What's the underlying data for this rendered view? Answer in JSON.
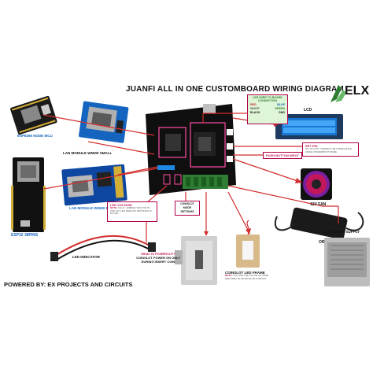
{
  "title": "JUANFI ALL IN ONE CUSTOMBOARD WIRING DIAGRAM",
  "logo": {
    "text": "ELX"
  },
  "left_modules": {
    "esp8266": "ESP8266 NODE MCU",
    "lan_small": "LAN MODULE W5500 SMALL",
    "lan_big": "LAN MODULE W5500 BIG",
    "esp32": "ESP32 38PINS"
  },
  "led_wire": {
    "title": "LED WIRE TO BOARD CONNECTION",
    "rows": [
      {
        "a": "RED",
        "b": "BLUE"
      },
      {
        "a": "WHITE",
        "b": "GREEN"
      },
      {
        "a": "BLACK",
        "b": "GND"
      }
    ]
  },
  "lcd": {
    "label": "LCD"
  },
  "set_pin": {
    "title": "SET PIN",
    "note": "NO: DO NOT CONNECT SET WIRE WHILE USING POWERBOOT MODE"
  },
  "push_button": {
    "label": "PUSH BUTTON INPUT"
  },
  "fan": {
    "label": "12V FAN"
  },
  "power_supply": {
    "label": "12V POWER SUPPLY",
    "or": "OR"
  },
  "led_voltage": {
    "title": "LED VOLTAGE",
    "note_prefix": "NOTE:",
    "note": "FULLY JUMPER THIS PIN TO USE 12V LED DEFAULT SETTINGS IS 5V LED"
  },
  "coinslot_mode": {
    "label": "COINSLOT MODE SETTINGS"
  },
  "powercut": {
    "title": "WHAT IS POWERCUT?",
    "line1": "COINSLOT POWER ON ONLY",
    "line2": "DURING INSERT COIN"
  },
  "led_indicator": {
    "label": "LED INDICATOR"
  },
  "coinslot_frame": {
    "title": "COINSLOT LED FRAME",
    "note_prefix": "NOTE:",
    "note": "FOLLOW THE COLOR OF WIRE RED=RED, BLUE=BLUE, BLK=BLACK"
  },
  "footer": {
    "text": "POWERED  BY:  EX PROJECTS AND CIRCUITS"
  }
}
